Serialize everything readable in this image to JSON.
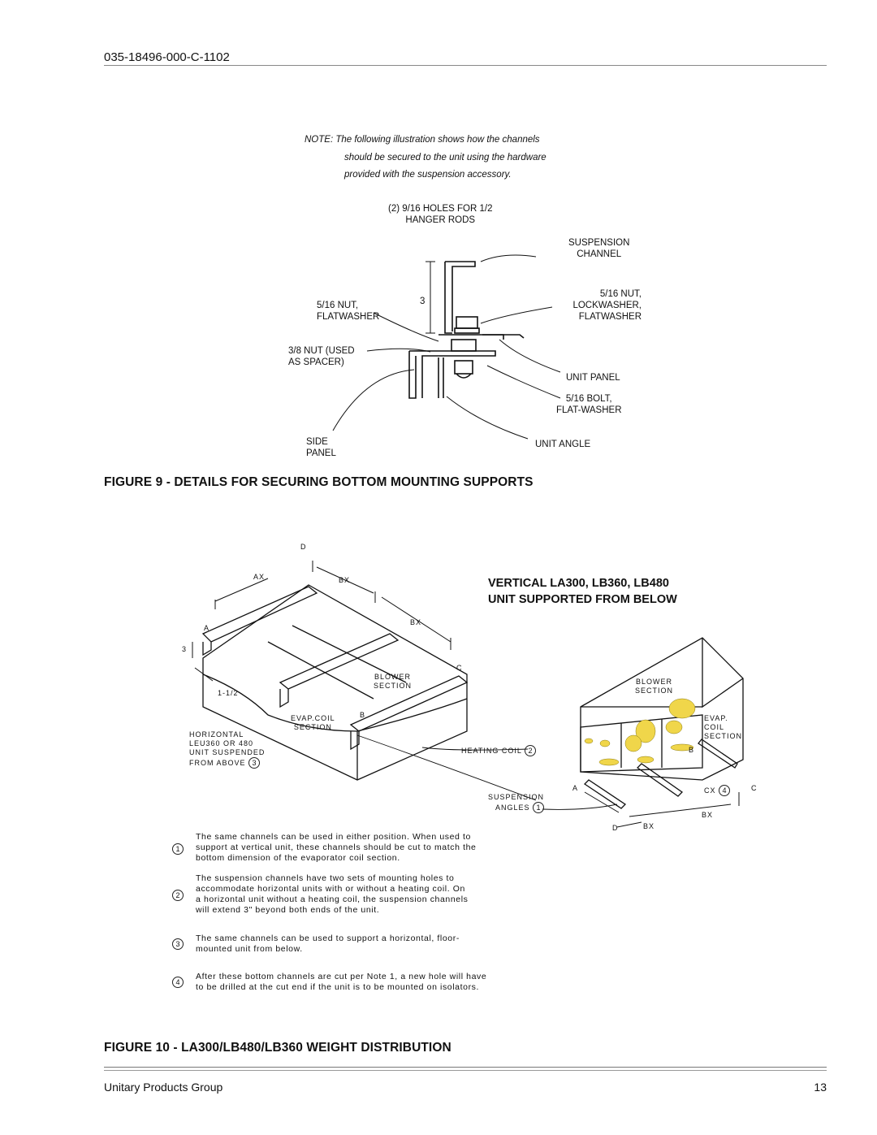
{
  "header": {
    "doc_number": "035-18496-000-C-1102"
  },
  "note": {
    "lines": [
      "NOTE:  The following illustration shows how the channels",
      "should be secured to the unit using the hardware",
      "provided with the suspension accessory."
    ]
  },
  "figure9": {
    "labels": {
      "holes_1": "(2) 9/16 HOLES FOR 1/2",
      "holes_2": "HANGER RODS",
      "susp_1": "SUSPENSION",
      "susp_2": "CHANNEL",
      "dim": "3",
      "nut_left_1": "5/16 NUT,",
      "nut_left_2": "FLATWASHER",
      "nut_right_1": "5/16 NUT,",
      "nut_right_2": "LOCKWASHER,",
      "nut_right_3": "FLATWASHER",
      "spacer_1": "3/8 NUT (USED",
      "spacer_2": "AS SPACER)",
      "unit_panel": "UNIT PANEL",
      "bolt_1": "5/16 BOLT,",
      "bolt_2": "FLAT-WASHER",
      "side_1": "SIDE",
      "side_2": "PANEL",
      "unit_angle": "UNIT ANGLE"
    },
    "caption": "FIGURE 9 -  DETAILS FOR SECURING BOTTOM  MOUNTING SUPPORTS"
  },
  "figure10": {
    "left": {
      "D": "D",
      "AX": "AX",
      "BX": "BX",
      "BX2": "BX",
      "A": "A",
      "three": "3",
      "C": "C",
      "dim_half": "1-1/2",
      "blower_1": "BLOWER",
      "blower_2": "SECTION",
      "evap_1": "EVAP.COIL",
      "evap_2": "SECTION",
      "B": "B",
      "horiz_1": "HORIZONTAL",
      "horiz_2": "LEU360 OR 480",
      "horiz_3": "UNIT SUSPENDED",
      "horiz_4": "FROM ABOVE",
      "horiz_num": "3"
    },
    "right": {
      "title_1": "VERTICAL LA300, LB360, LB480",
      "title_2": "UNIT SUPPORTED FROM BELOW",
      "blower_1": "BLOWER",
      "blower_2": "SECTION",
      "evap_1": "EVAP.",
      "evap_2": "COIL",
      "evap_3": "SECTION",
      "heating": "HEATING COIL",
      "heating_num": "2",
      "susp_1": "SUSPENSION",
      "susp_2": "ANGLES",
      "susp_num": "1",
      "A": "A",
      "B": "B",
      "C": "C",
      "CX": "CX",
      "CX_num": "4",
      "D": "D",
      "BX": "BX",
      "BX2": "BX"
    },
    "notes": [
      {
        "num": "1",
        "lines": [
          "The same channels can be used in either position. When used to",
          "support at vertical unit, these channels should be cut to match the",
          "bottom dimension of the evaporator coil section."
        ]
      },
      {
        "num": "2",
        "lines": [
          "The suspension channels have two sets of mounting holes to",
          "accommodate horizontal units with or without a heating coil. On",
          "a horizontal unit without a heating coil, the suspension channels",
          "will extend 3\" beyond both ends of the unit."
        ]
      },
      {
        "num": "3",
        "lines": [
          "The same channels can be used to support a horizontal, floor-",
          "mounted unit from below."
        ]
      },
      {
        "num": "4",
        "lines": [
          "After these bottom channels are cut per Note 1, a new hole will have",
          "to be drilled at the cut end if the unit is to be mounted on isolators."
        ]
      }
    ],
    "caption": "FIGURE 10 -  LA300/LB480/LB360 WEIGHT DISTRIBUTION"
  },
  "footer": {
    "company": "Unitary Products Group",
    "page": "13"
  }
}
